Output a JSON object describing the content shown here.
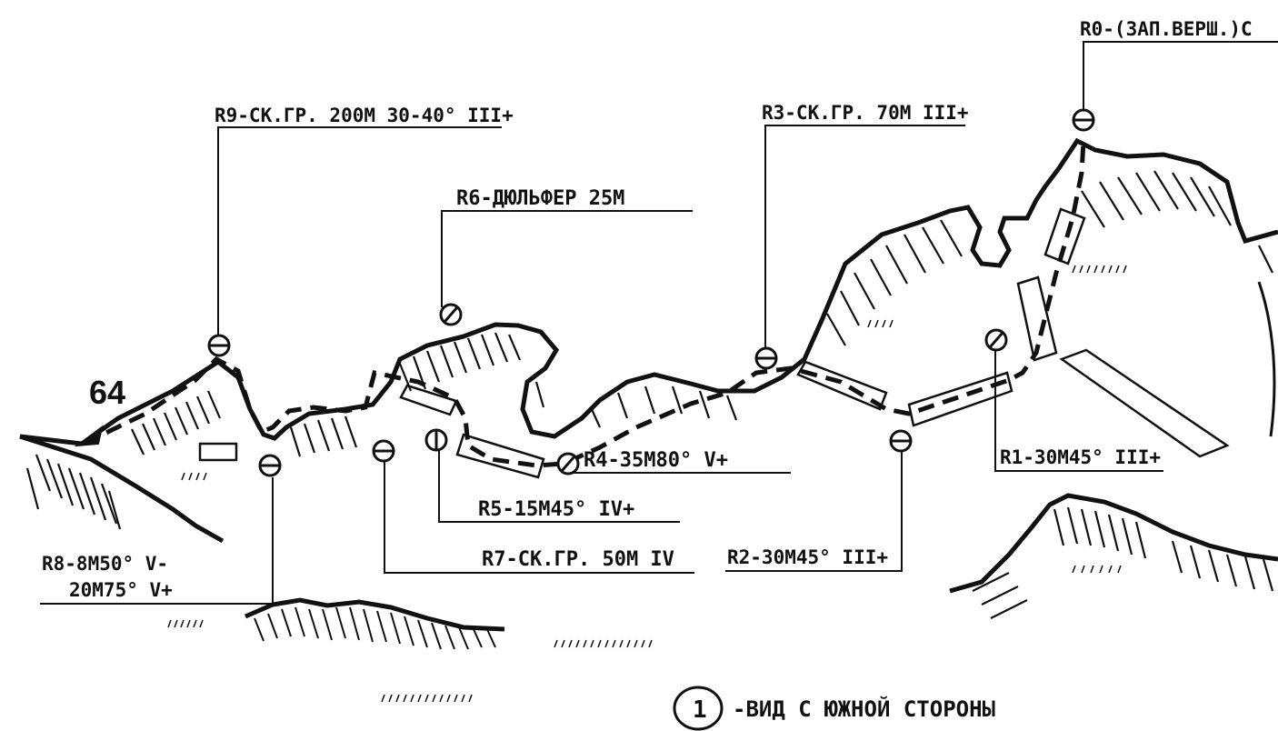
{
  "colors": {
    "ink": "#111111",
    "paper": "#ffffff"
  },
  "route_number": "64",
  "legend": {
    "number": "1",
    "text": "-ВИД С ЮЖНОЙ СТОРОНЫ"
  },
  "labels": {
    "r0": "R0-(ЗАП.ВЕРШ.)С",
    "r1": "R1-30М45° III+",
    "r2": "R2-30М45° III+",
    "r3": "R3-СК.ГР. 70М III+",
    "r4": "R4-35М80° V+",
    "r5": "R5-15М45° IV+",
    "r6": "R6-ДЮЛЬФЕР 25М",
    "r7": "R7-СК.ГР. 50М IV",
    "r8_line1": "R8-8М50° V-",
    "r8_line2": "20М75° V+",
    "r9": "R9-СК.ГР. 200М 30-40° III+"
  },
  "icons": {
    "piton": "piton-circle-icon",
    "bolt": "bolt-circle-icon",
    "arrow": "route-arrow-icon"
  }
}
